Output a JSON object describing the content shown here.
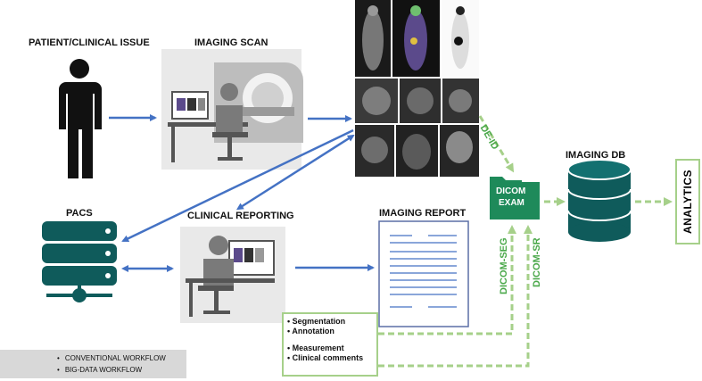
{
  "labels": {
    "patient": "PATIENT/CLINICAL ISSUE",
    "imaging_scan": "IMAGING SCAN",
    "pacs": "PACS",
    "clinical_reporting": "CLINICAL REPORTING",
    "imaging_report": "IMAGING  REPORT",
    "imaging_db": "IMAGING DB",
    "analytics": "ANALYTICS",
    "dicom_exam_line1": "DICOM",
    "dicom_exam_line2": "EXAM",
    "de_id": "DE-ID",
    "dicom_seg": "DICOM-SEG",
    "dicom_sr": "DICOM-SR"
  },
  "notes": {
    "items": [
      "Segmentation",
      "Annotation",
      "Measurement",
      "Clinical comments"
    ]
  },
  "legend": {
    "conventional": "CONVENTIONAL WORKFLOW",
    "bigdata": "BIG-DATA WORKFLOW"
  },
  "colors": {
    "conventional": "#4472c4",
    "bigdata": "#a6d08a",
    "teal": "#0f5b5b",
    "folder": "#1e8a5a",
    "dark": "#111111"
  }
}
